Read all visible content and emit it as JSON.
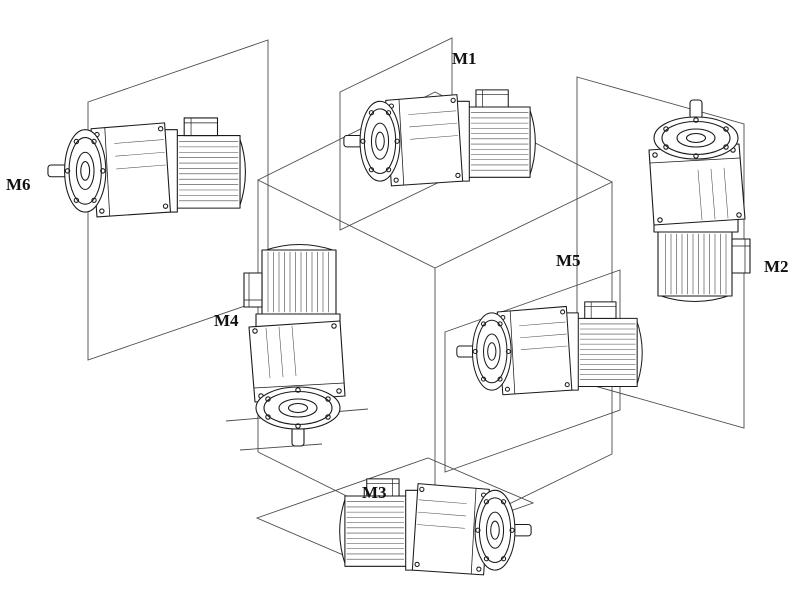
{
  "figure": {
    "type": "technical-line-drawing",
    "subject": "gearmotor-mounting-positions",
    "labels": {
      "m1": "M1",
      "m2": "M2",
      "m3": "M3",
      "m4": "M4",
      "m5": "M5",
      "m6": "M6"
    },
    "colors": {
      "ink": "#1a1a1a",
      "construction_line": "#4d4d4d",
      "background": "#ffffff"
    }
  }
}
